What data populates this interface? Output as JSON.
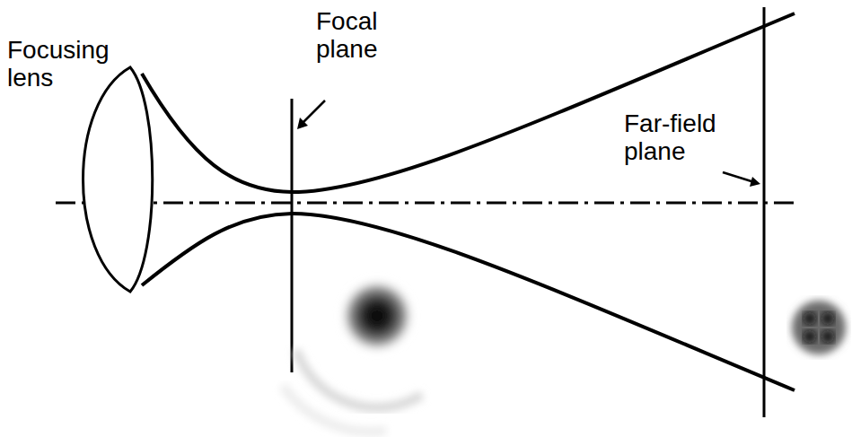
{
  "diagram": {
    "labels": [
      "Focusing lens",
      "Focal plane",
      "Far-field plane"
    ]
  }
}
